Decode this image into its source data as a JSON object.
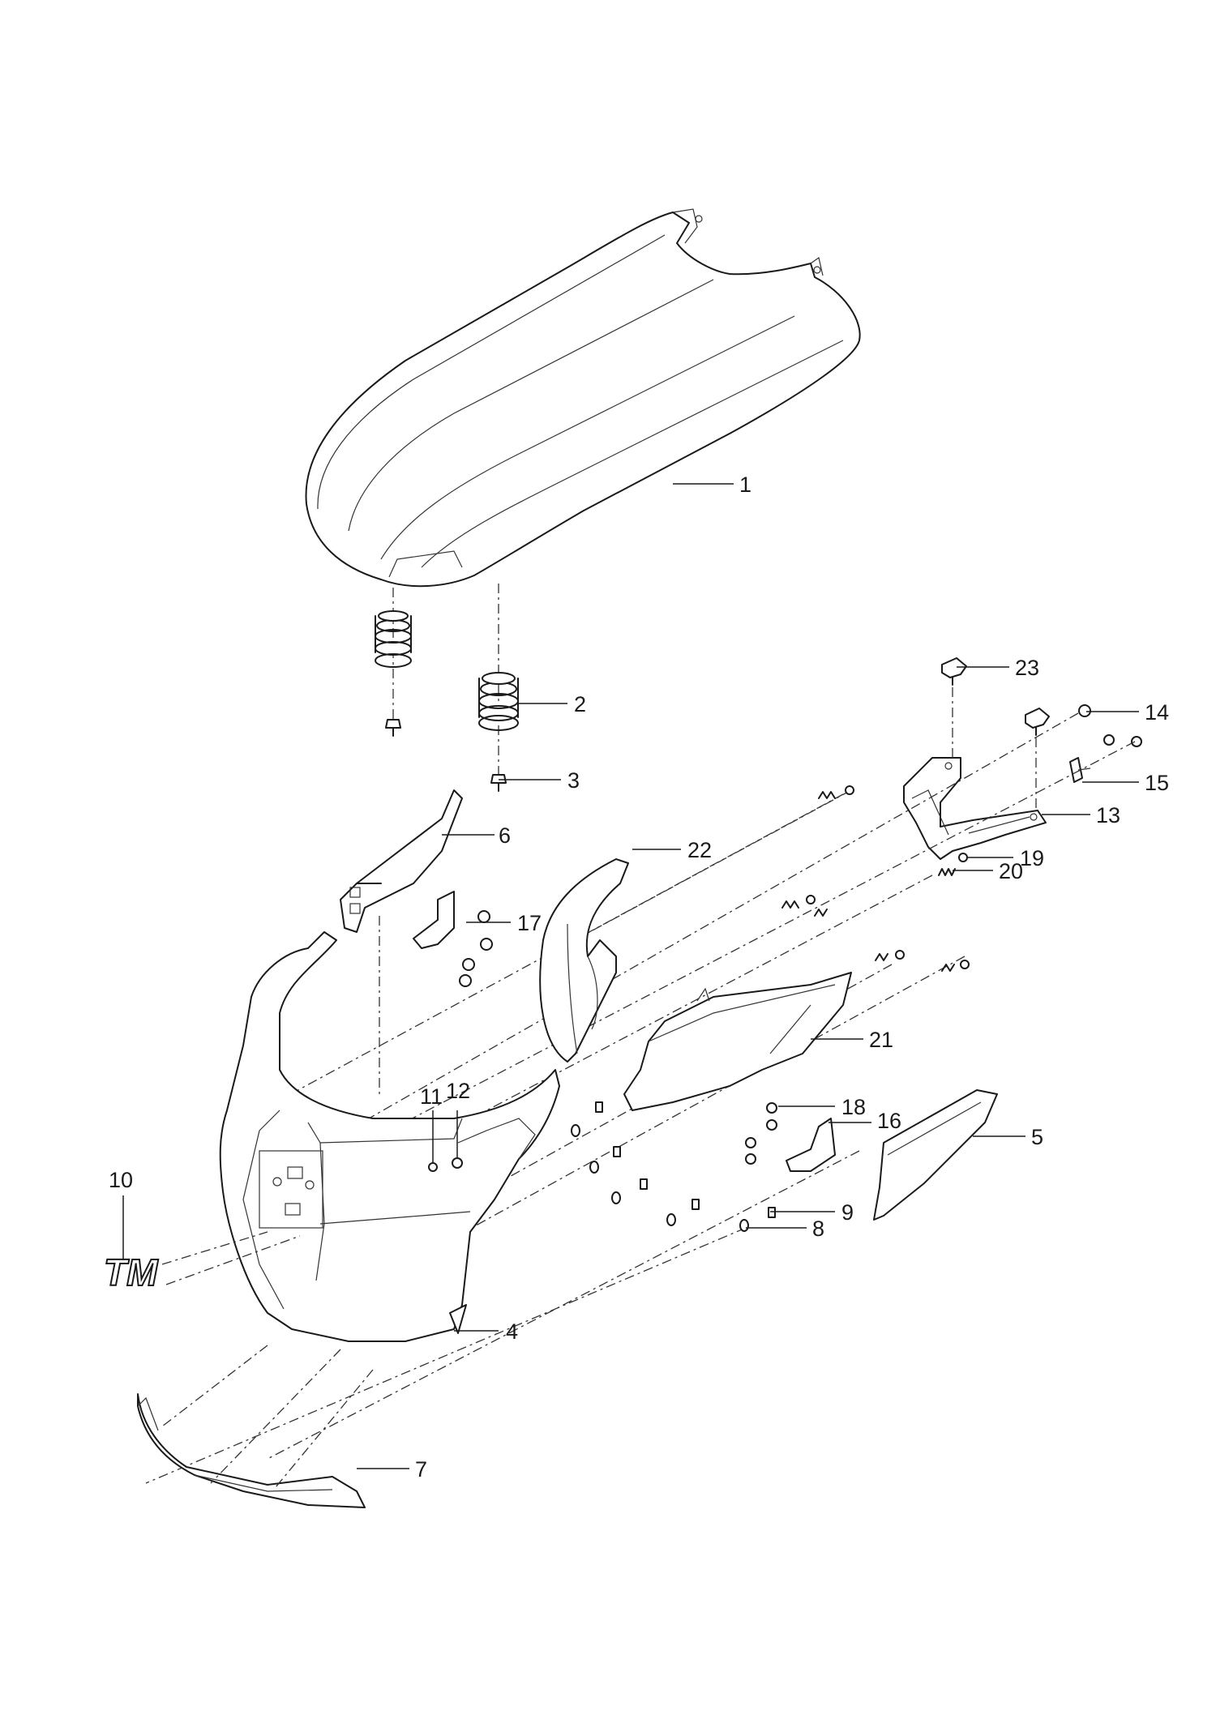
{
  "callouts": [
    {
      "id": "1",
      "label": "1"
    },
    {
      "id": "2",
      "label": "2"
    },
    {
      "id": "3",
      "label": "3"
    },
    {
      "id": "4",
      "label": "4"
    },
    {
      "id": "5",
      "label": "5"
    },
    {
      "id": "6",
      "label": "6"
    },
    {
      "id": "7",
      "label": "7"
    },
    {
      "id": "8",
      "label": "8"
    },
    {
      "id": "9",
      "label": "9"
    },
    {
      "id": "10",
      "label": "10"
    },
    {
      "id": "11",
      "label": "11"
    },
    {
      "id": "12",
      "label": "12"
    },
    {
      "id": "13",
      "label": "13"
    },
    {
      "id": "14",
      "label": "14"
    },
    {
      "id": "15",
      "label": "15"
    },
    {
      "id": "16",
      "label": "16"
    },
    {
      "id": "17",
      "label": "17"
    },
    {
      "id": "18",
      "label": "18"
    },
    {
      "id": "19",
      "label": "19"
    },
    {
      "id": "20",
      "label": "20"
    },
    {
      "id": "21",
      "label": "21"
    },
    {
      "id": "22",
      "label": "22"
    },
    {
      "id": "23",
      "label": "23"
    }
  ],
  "emblem": {
    "text": "TM"
  },
  "colors": {
    "line": "#1a1a1a",
    "background": "#ffffff"
  }
}
